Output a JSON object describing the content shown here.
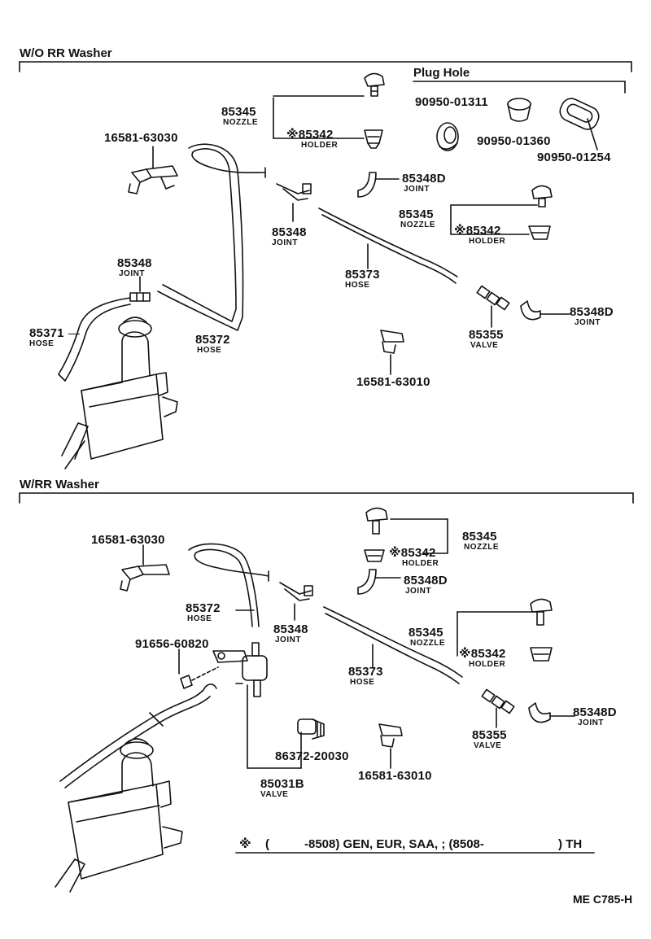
{
  "sections": {
    "top_title": "W/O RR Washer",
    "plug_hole_title": "Plug Hole",
    "bottom_title": "W/RR Washer"
  },
  "top": {
    "nozzle_num": "85345",
    "nozzle_name": "NOZZLE",
    "holder_num": "※85342",
    "holder_name": "HOLDER",
    "clamp1": "16581-63030",
    "plug1": "90950-01311",
    "plug2": "90950-01360",
    "plug3": "90950-01254",
    "joint_d1_num": "85348D",
    "joint_d1_name": "JOINT",
    "nozzle2_num": "85345",
    "nozzle2_name": "NOZZLE",
    "holder2_num": "※85342",
    "holder2_name": "HOLDER",
    "joint_num": "85348",
    "joint_name": "JOINT",
    "joint2_num": "85348",
    "joint2_name": "JOINT",
    "hose73_num": "85373",
    "hose73_name": "HOSE",
    "hose71_num": "85371",
    "hose71_name": "HOSE",
    "hose72_num": "85372",
    "hose72_name": "HOSE",
    "valve_num": "85355",
    "valve_name": "VALVE",
    "joint_d2_num": "85348D",
    "joint_d2_name": "JOINT",
    "clamp2": "16581-63010"
  },
  "bottom": {
    "nozzle_num": "85345",
    "nozzle_name": "NOZZLE",
    "holder_num": "※85342",
    "holder_name": "HOLDER",
    "clamp1": "16581-63030",
    "joint_d1_num": "85348D",
    "joint_d1_name": "JOINT",
    "hose72_num": "85372",
    "hose72_name": "HOSE",
    "joint_num": "85348",
    "joint_name": "JOINT",
    "nozzle2_num": "85345",
    "nozzle2_name": "NOZZLE",
    "holder2_num": "※85342",
    "holder2_name": "HOLDER",
    "bolt": "91656-60820",
    "hose73_num": "85373",
    "hose73_name": "HOSE",
    "valve_num": "85355",
    "valve_name": "VALVE",
    "joint_d2_num": "85348D",
    "joint_d2_name": "JOINT",
    "grommet": "86372-20030",
    "clamp2": "16581-63010",
    "check_valve_num": "85031B",
    "check_valve_name": "VALVE"
  },
  "footnote": {
    "mark": "※",
    "open": "(",
    "range": "-8508) GEN, EUR, SAA, ; (8508-",
    "close": ") TH"
  },
  "ref_code": "ME C785-H"
}
